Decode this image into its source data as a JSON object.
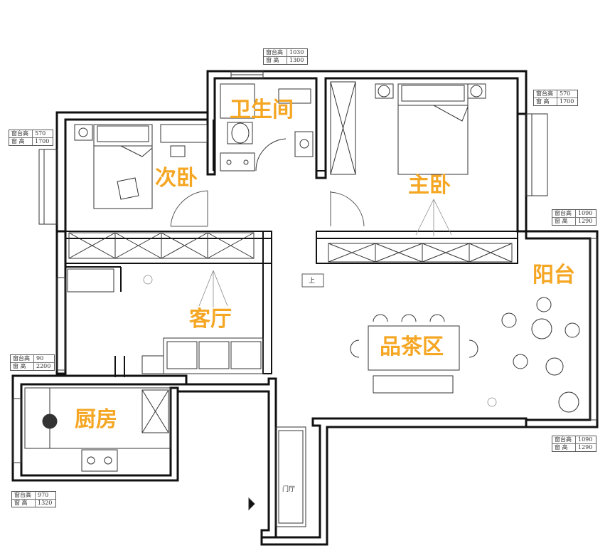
{
  "rooms": {
    "bathroom": "卫生间",
    "second_bedroom": "次卧",
    "master_bedroom": "主卧",
    "balcony": "阳台",
    "living_room": "客厅",
    "tea_area": "品茶区",
    "kitchen": "厨房"
  },
  "window_tags": {
    "top": {
      "sill_label": "窗台高",
      "sill_value": "1030",
      "height_label": "窗  高",
      "height_value": "1300"
    },
    "left_bedroom": {
      "sill_label": "窗台高",
      "sill_value": "570",
      "height_label": "窗  高",
      "height_value": "1700"
    },
    "right_bedroom": {
      "sill_label": "窗台高",
      "sill_value": "570",
      "height_label": "窗  高",
      "height_value": "1700"
    },
    "balcony_top": {
      "sill_label": "窗台高",
      "sill_value": "1090",
      "height_label": "窗  高",
      "height_value": "1290"
    },
    "left_living": {
      "sill_label": "窗台高",
      "sill_value": "90",
      "height_label": "窗  高",
      "height_value": "2200"
    },
    "balcony_bottom": {
      "sill_label": "窗台高",
      "sill_value": "1090",
      "height_label": "窗  高",
      "height_value": "1290"
    },
    "kitchen": {
      "sill_label": "窗台高",
      "sill_value": "970",
      "height_label": "窗  高",
      "height_value": "1320"
    }
  },
  "stair_label": "上",
  "entry_label": "门厅",
  "colors": {
    "label": "#f5a623",
    "wall": "#111111",
    "line": "#444444"
  }
}
